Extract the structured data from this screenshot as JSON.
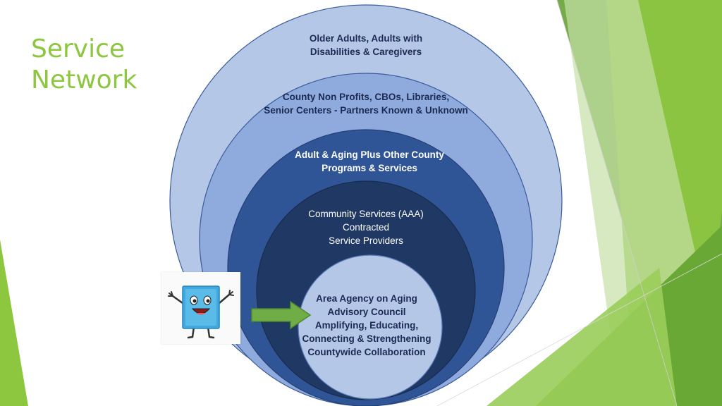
{
  "slide": {
    "title_line1": "Service",
    "title_line2": "Network"
  },
  "colors": {
    "title": "#8dc63f",
    "ring1": "#b4c7e7",
    "ring2": "#8faadc",
    "ring3": "#2f5597",
    "ring4": "#203864",
    "core": "#b4c7e7",
    "arrow": "#70ad47",
    "accent_green": "#8dc63f"
  },
  "rings": [
    {
      "lines": [
        "Older Adults, Adults with",
        "Disabilities & Caregivers"
      ]
    },
    {
      "lines": [
        "County Non Profits, CBOs, Libraries,",
        "Senior Centers - Partners Known & Unknown"
      ]
    },
    {
      "lines": [
        "Adult & Aging Plus Other County",
        "Programs & Services"
      ]
    },
    {
      "lines": [
        "Community Services (AAA)",
        "Contracted",
        "Service Providers"
      ]
    },
    {
      "lines": [
        "Area Agency on Aging",
        "Advisory Council",
        "Amplifying, Educating,",
        "Connecting & Strengthening",
        "Countywide Collaboration"
      ]
    }
  ],
  "icons": {
    "mascot": "smiling-blue-square-mascot-icon",
    "arrow": "arrow-right-icon"
  }
}
